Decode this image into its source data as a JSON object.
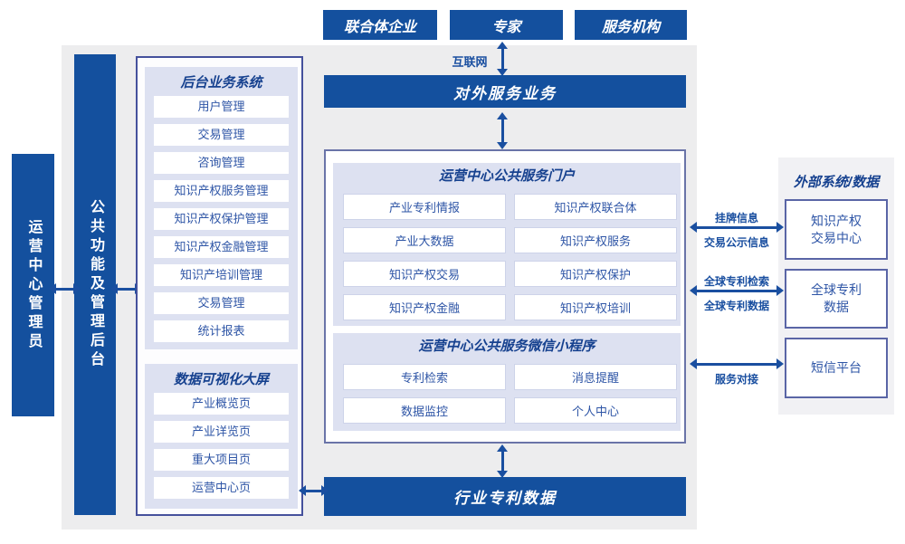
{
  "colors": {
    "primary_blue": "#14509e",
    "arrow_blue": "#1a4fa0",
    "lavender_block": "#dde1f1",
    "heading_text": "#16418f",
    "item_text": "#2e55a6",
    "main_background": "#ededee",
    "right_panel_background": "#f1f1f4"
  },
  "top_actors": [
    "联合体企业",
    "专家",
    "服务机构"
  ],
  "internet_label": "互联网",
  "external_service_bar": "对外服务业务",
  "industry_data_bar": "行业专利数据",
  "left_bars": {
    "admin": "运营中心管理员",
    "backend": "公共功能及管理后台"
  },
  "backend_panel": {
    "title": "后台业务系统",
    "items": [
      "用户管理",
      "交易管理",
      "咨询管理",
      "知识产权服务管理",
      "知识产权保护管理",
      "知识产权金融管理",
      "知识产培训管理",
      "交易管理",
      "统计报表"
    ]
  },
  "dataviz_panel": {
    "title": "数据可视化大屏",
    "items": [
      "产业概览页",
      "产业详览页",
      "重大项目页",
      "运营中心页"
    ]
  },
  "portal": {
    "title": "运营中心公共服务门户",
    "rows": [
      [
        "产业专利情报",
        "知识产权联合体"
      ],
      [
        "产业大数据",
        "知识产权服务"
      ],
      [
        "知识产权交易",
        "知识产权保护"
      ],
      [
        "知识产权金融",
        "知识产权培训"
      ]
    ]
  },
  "miniprogram": {
    "title": "运营中心公共服务微信小程序",
    "rows": [
      [
        "专利检索",
        "消息提醒"
      ],
      [
        "数据监控",
        "个人中心"
      ]
    ]
  },
  "external_panel": {
    "title": "外部系统/数据",
    "boxes": [
      "知识产权\n交易中心",
      "全球专利\n数据",
      "短信平台"
    ]
  },
  "links": [
    {
      "above": "挂牌信息",
      "below": "交易公示信息"
    },
    {
      "above": "全球专利检索",
      "below": "全球专利数据"
    },
    {
      "above": "",
      "below": "服务对接"
    }
  ]
}
